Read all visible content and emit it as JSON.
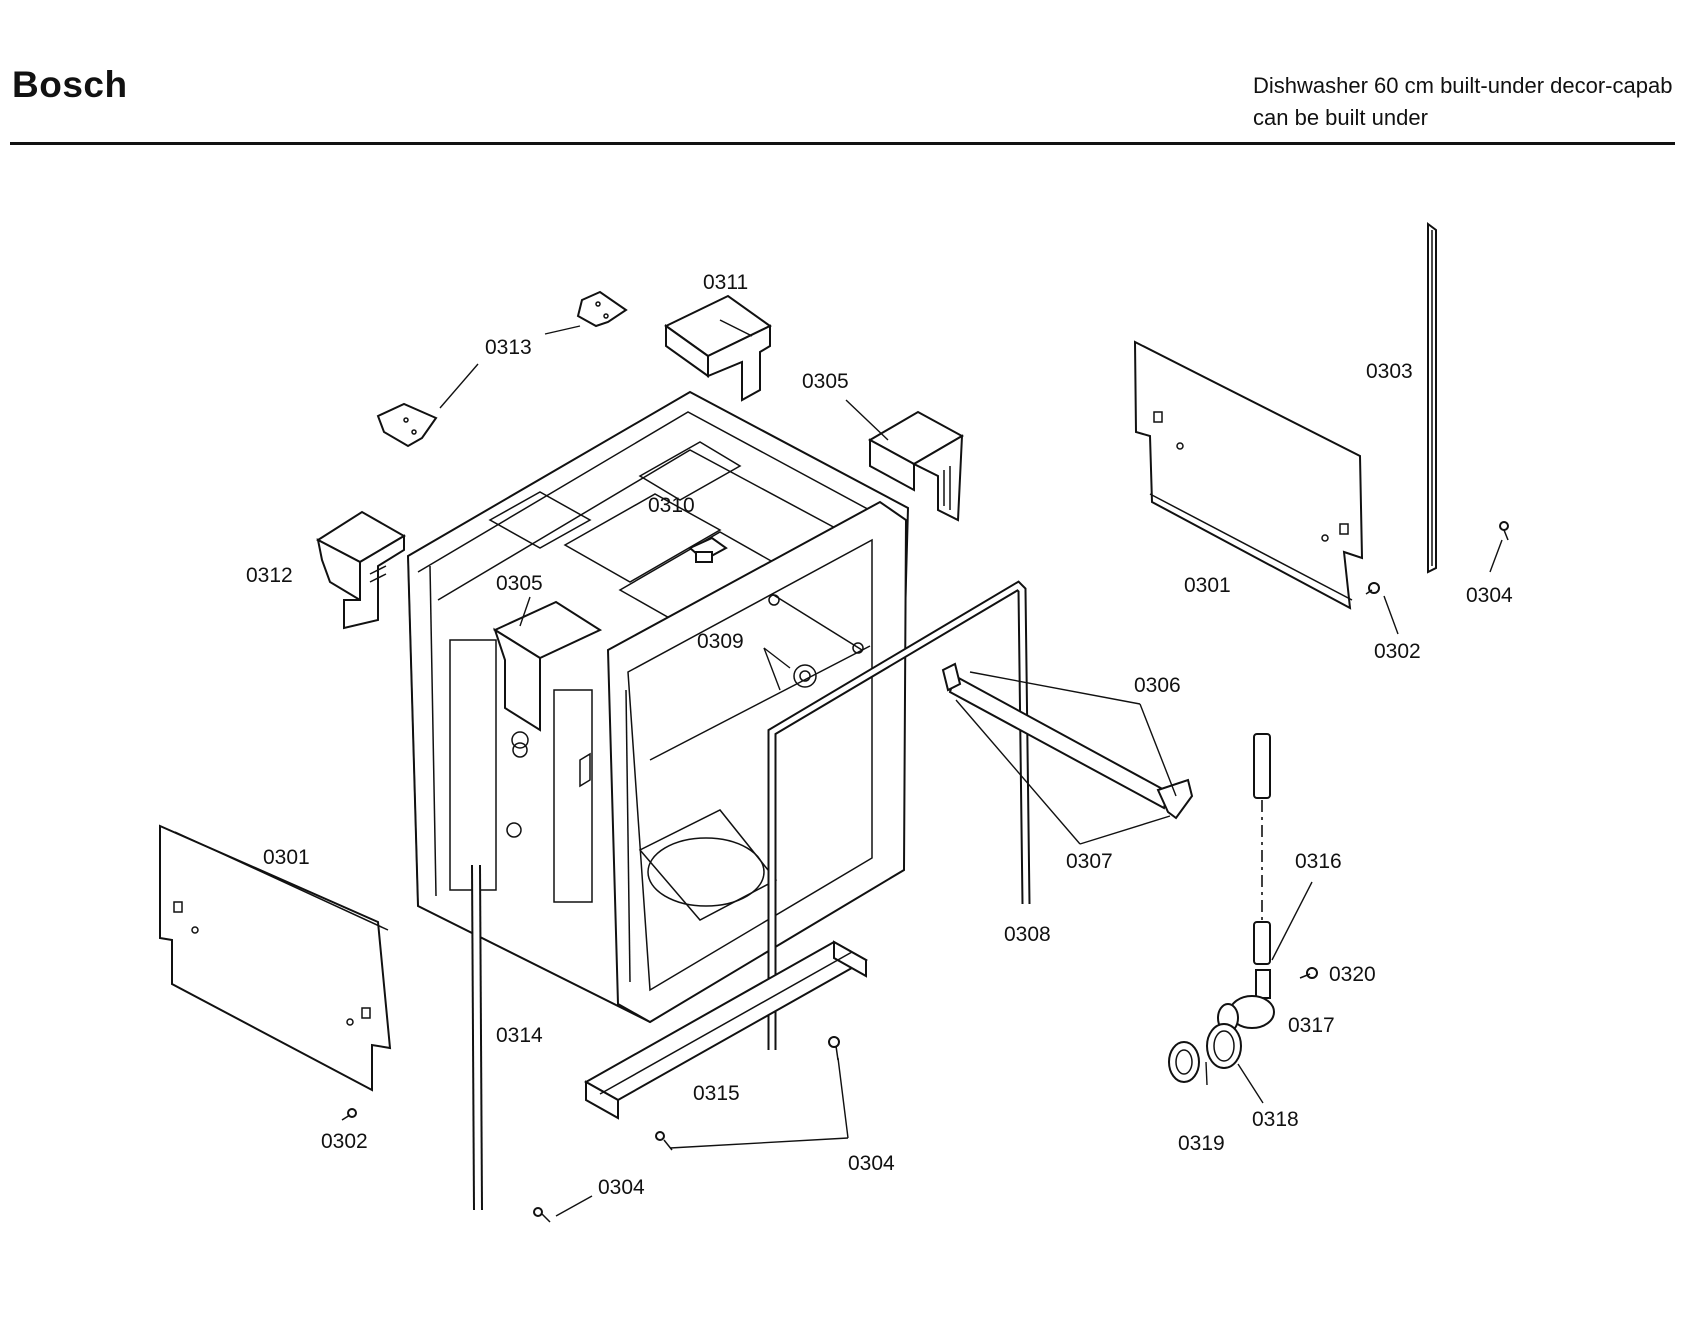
{
  "header": {
    "brand": "Bosch",
    "subtitle_line1": "Dishwasher 60 cm built-under decor-capab",
    "subtitle_line2": "can be built under"
  },
  "callouts": [
    {
      "id": "c-0311",
      "label": "0311"
    },
    {
      "id": "c-0313",
      "label": "0313"
    },
    {
      "id": "c-0305-top",
      "label": "0305"
    },
    {
      "id": "c-0303",
      "label": "0303"
    },
    {
      "id": "c-0310",
      "label": "0310"
    },
    {
      "id": "c-0312",
      "label": "0312"
    },
    {
      "id": "c-0305-mid",
      "label": "0305"
    },
    {
      "id": "c-0301-right",
      "label": "0301"
    },
    {
      "id": "c-0304-right",
      "label": "0304"
    },
    {
      "id": "c-0302-right",
      "label": "0302"
    },
    {
      "id": "c-0309",
      "label": "0309"
    },
    {
      "id": "c-0306",
      "label": "0306"
    },
    {
      "id": "c-0301-left",
      "label": "0301"
    },
    {
      "id": "c-0307",
      "label": "0307"
    },
    {
      "id": "c-0316",
      "label": "0316"
    },
    {
      "id": "c-0308",
      "label": "0308"
    },
    {
      "id": "c-0320",
      "label": "0320"
    },
    {
      "id": "c-0314",
      "label": "0314"
    },
    {
      "id": "c-0317",
      "label": "0317"
    },
    {
      "id": "c-0315",
      "label": "0315"
    },
    {
      "id": "c-0318",
      "label": "0318"
    },
    {
      "id": "c-0302-left",
      "label": "0302"
    },
    {
      "id": "c-0319",
      "label": "0319"
    },
    {
      "id": "c-0304-mid",
      "label": "0304"
    },
    {
      "id": "c-0304-bottom",
      "label": "0304"
    }
  ]
}
